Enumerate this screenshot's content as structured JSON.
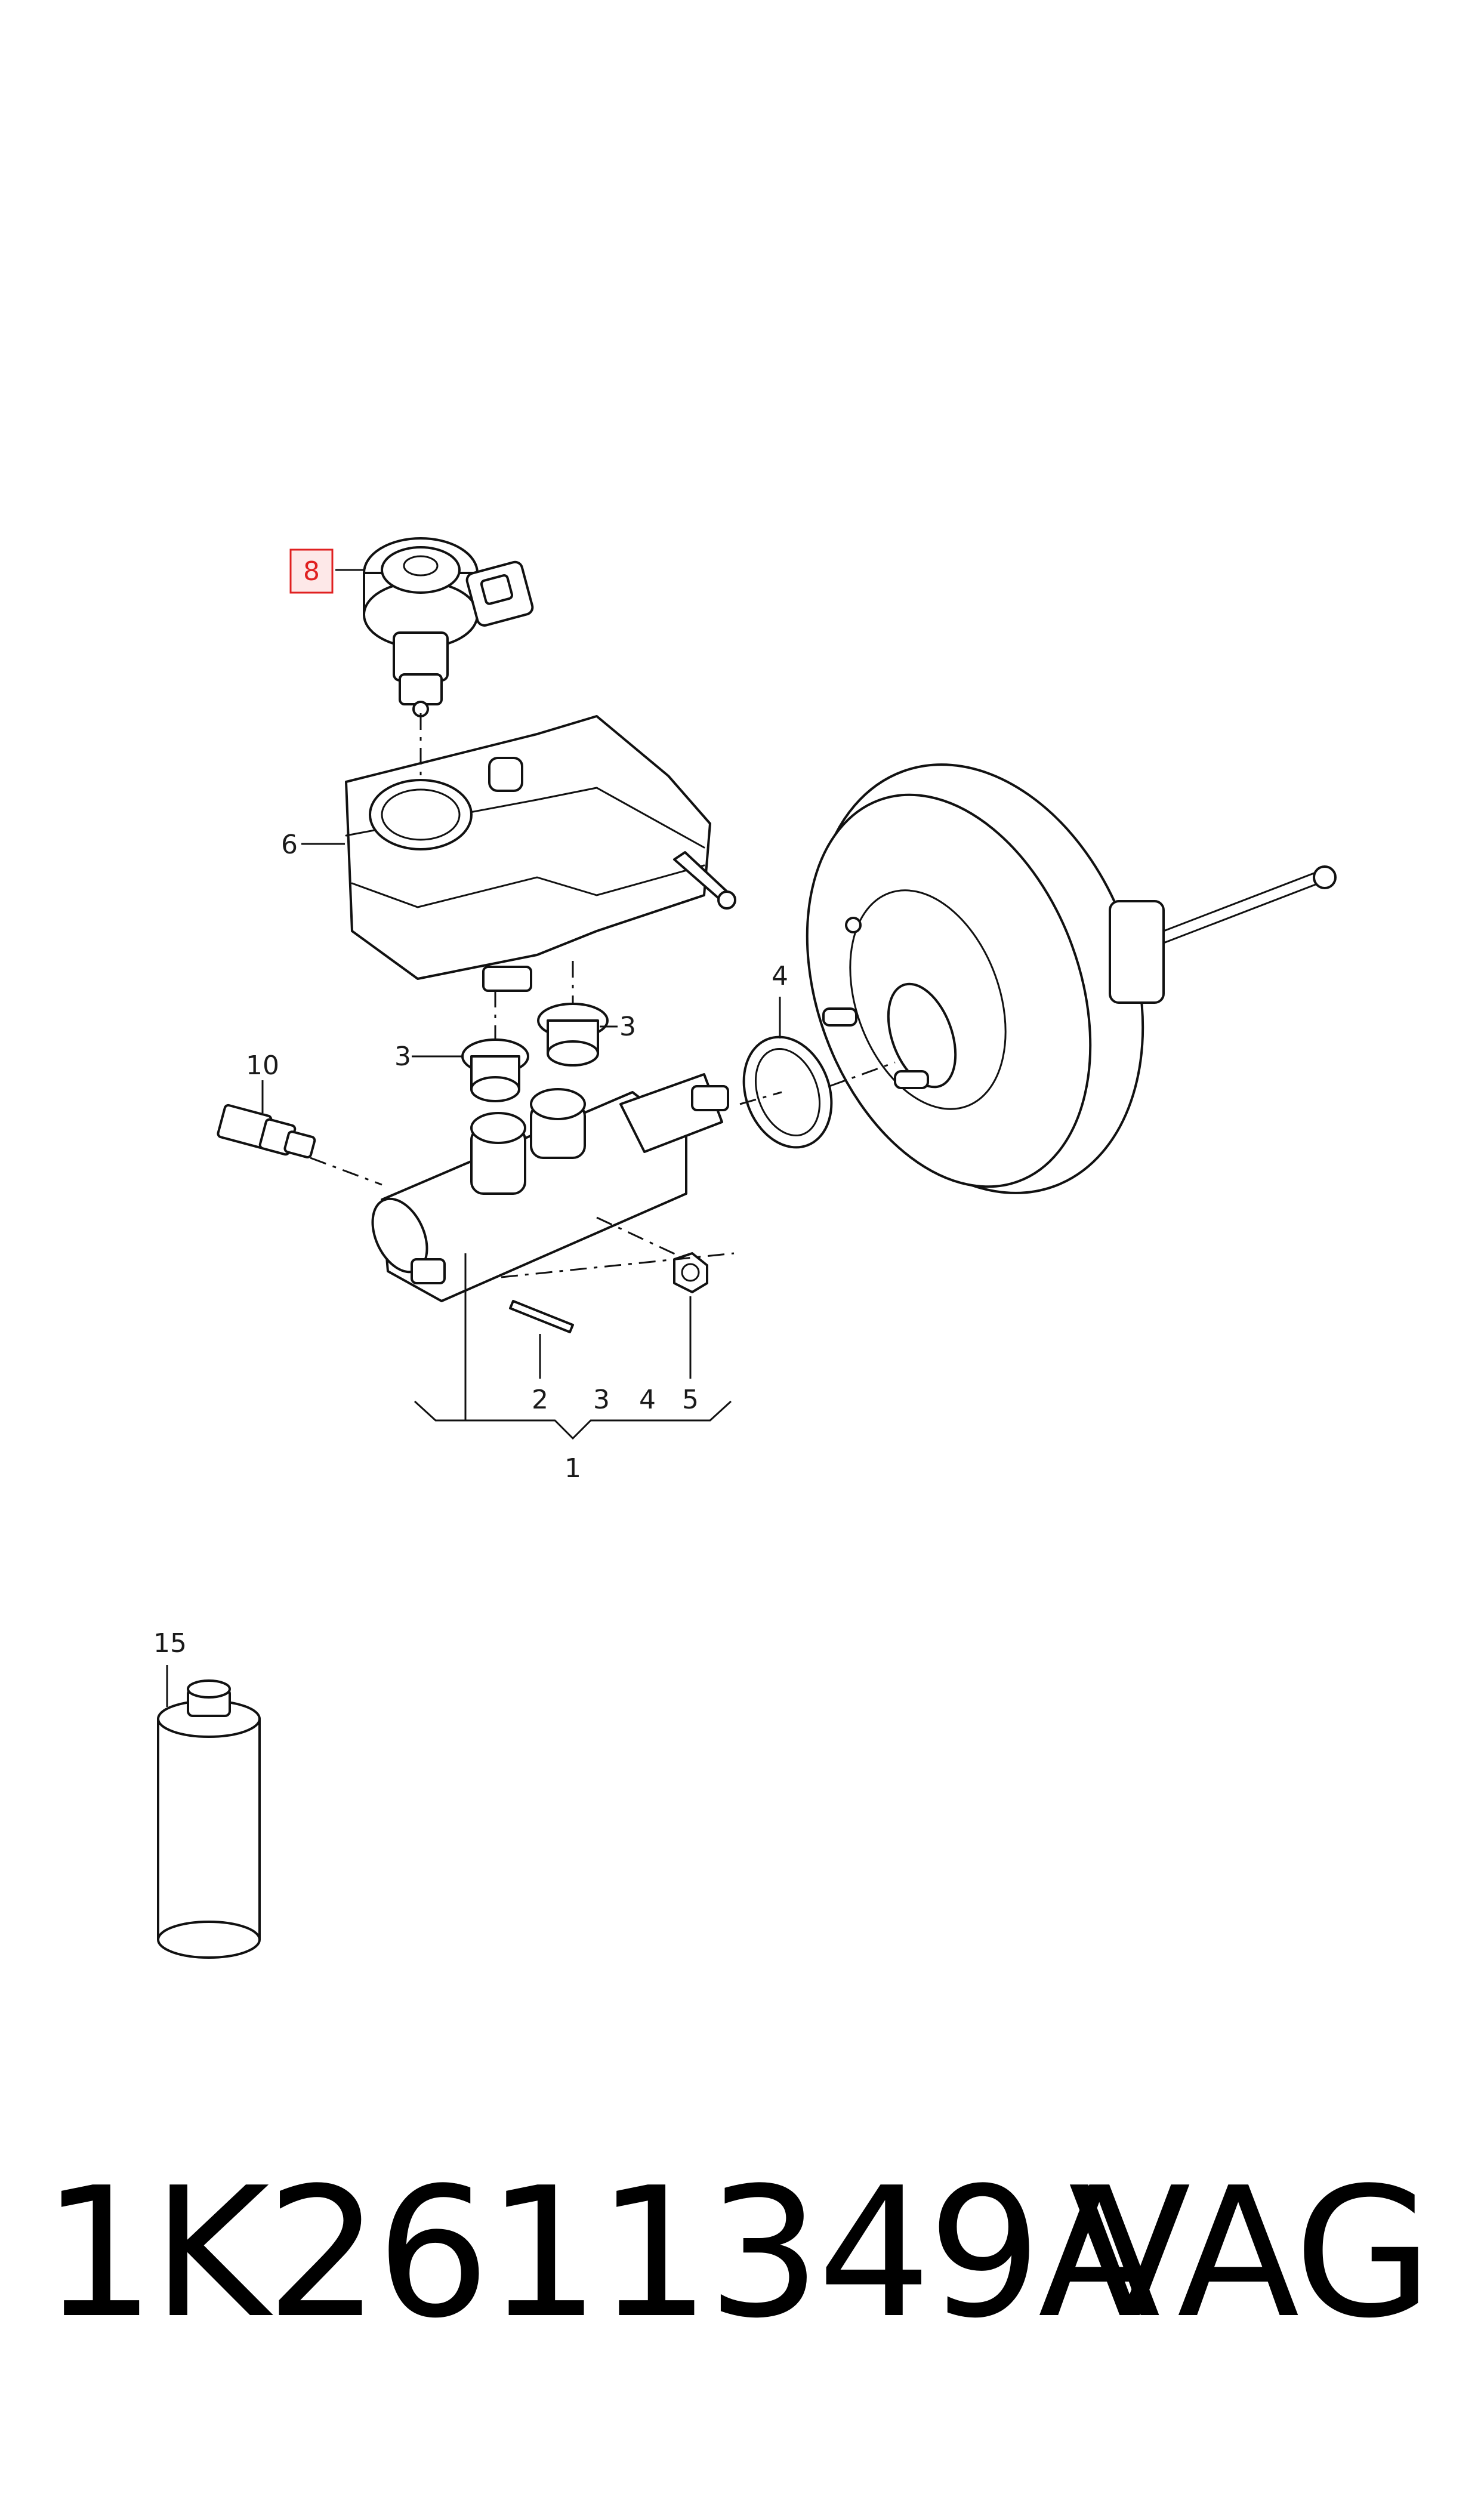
{
  "callouts": {
    "c1": "1",
    "c2": "2",
    "c3a": "3",
    "c3b": "3",
    "c3c": "3",
    "c4a": "4",
    "c4b": "4",
    "c5": "5",
    "c6": "6",
    "c8": "8",
    "c10": "10",
    "c15": "15"
  },
  "highlight": {
    "callout": "8",
    "color": "#e02020"
  },
  "footer": {
    "part_number": "1K2611349A",
    "brand": "VAG"
  }
}
